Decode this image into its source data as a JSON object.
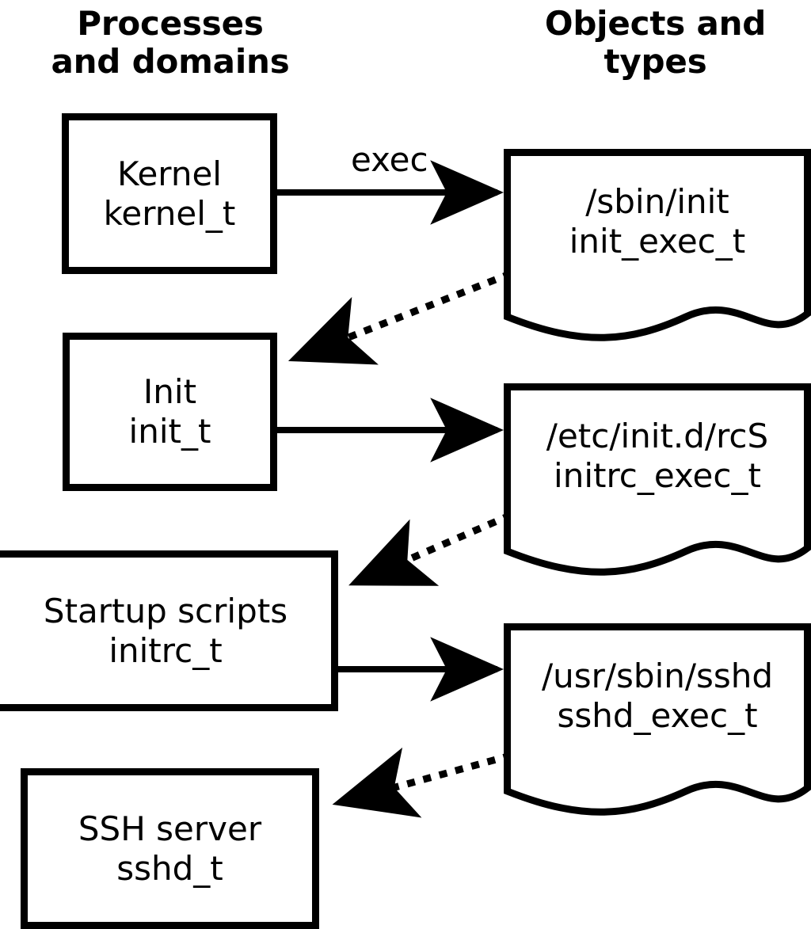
{
  "headers": {
    "left": "Processes\nand domains",
    "right": "Objects and\ntypes"
  },
  "processes": [
    {
      "name": "kernel",
      "title": "Kernel",
      "type": "kernel_t"
    },
    {
      "name": "init",
      "title": "Init",
      "type": "init_t"
    },
    {
      "name": "initrc",
      "title": "Startup scripts",
      "type": "initrc_t"
    },
    {
      "name": "sshd",
      "title": "SSH server",
      "type": "sshd_t"
    }
  ],
  "objects": [
    {
      "name": "init-exec",
      "path": "/sbin/init",
      "type": "init_exec_t"
    },
    {
      "name": "initrc-exec",
      "path": "/etc/init.d/rcS",
      "type": "initrc_exec_t"
    },
    {
      "name": "sshd-exec",
      "path": "/usr/sbin/sshd",
      "type": "sshd_exec_t"
    }
  ],
  "edges": {
    "exec_label": "exec"
  },
  "colors": {
    "stroke": "#000000",
    "fill": "#ffffff",
    "text": "#000000"
  }
}
